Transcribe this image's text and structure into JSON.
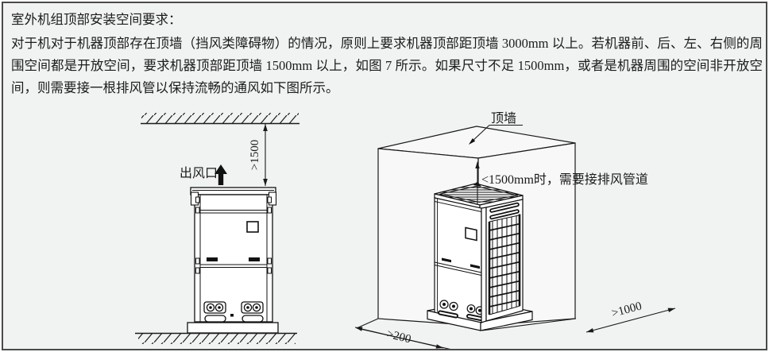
{
  "document": {
    "title": "室外机组顶部安装空间要求：",
    "body": "对于机对于机器顶部存在顶墙（挡风类障碍物）的情况，原则上要求机器顶部距顶墙 3000mm 以上。若机器前、后、左、右侧的周围空间都是开放空间，要求机器顶部距顶墙 1500mm 以上，如图 7 所示。如果尺寸不足 1500mm，或者是机器周围的空间非开放空间，则需要接一根排风管以保持流畅的通风如下图所示。"
  },
  "left_diagram": {
    "top_clearance": ">1500",
    "air_outlet": "出风口"
  },
  "right_diagram": {
    "ceiling_wall": "顶墙",
    "duct_note": "<1500mm时，需要接排风管道",
    "side_clearance": ">1000",
    "front_clearance": ">200"
  },
  "colors": {
    "background": "#f1f2f2",
    "line": "#1a1a1a"
  }
}
